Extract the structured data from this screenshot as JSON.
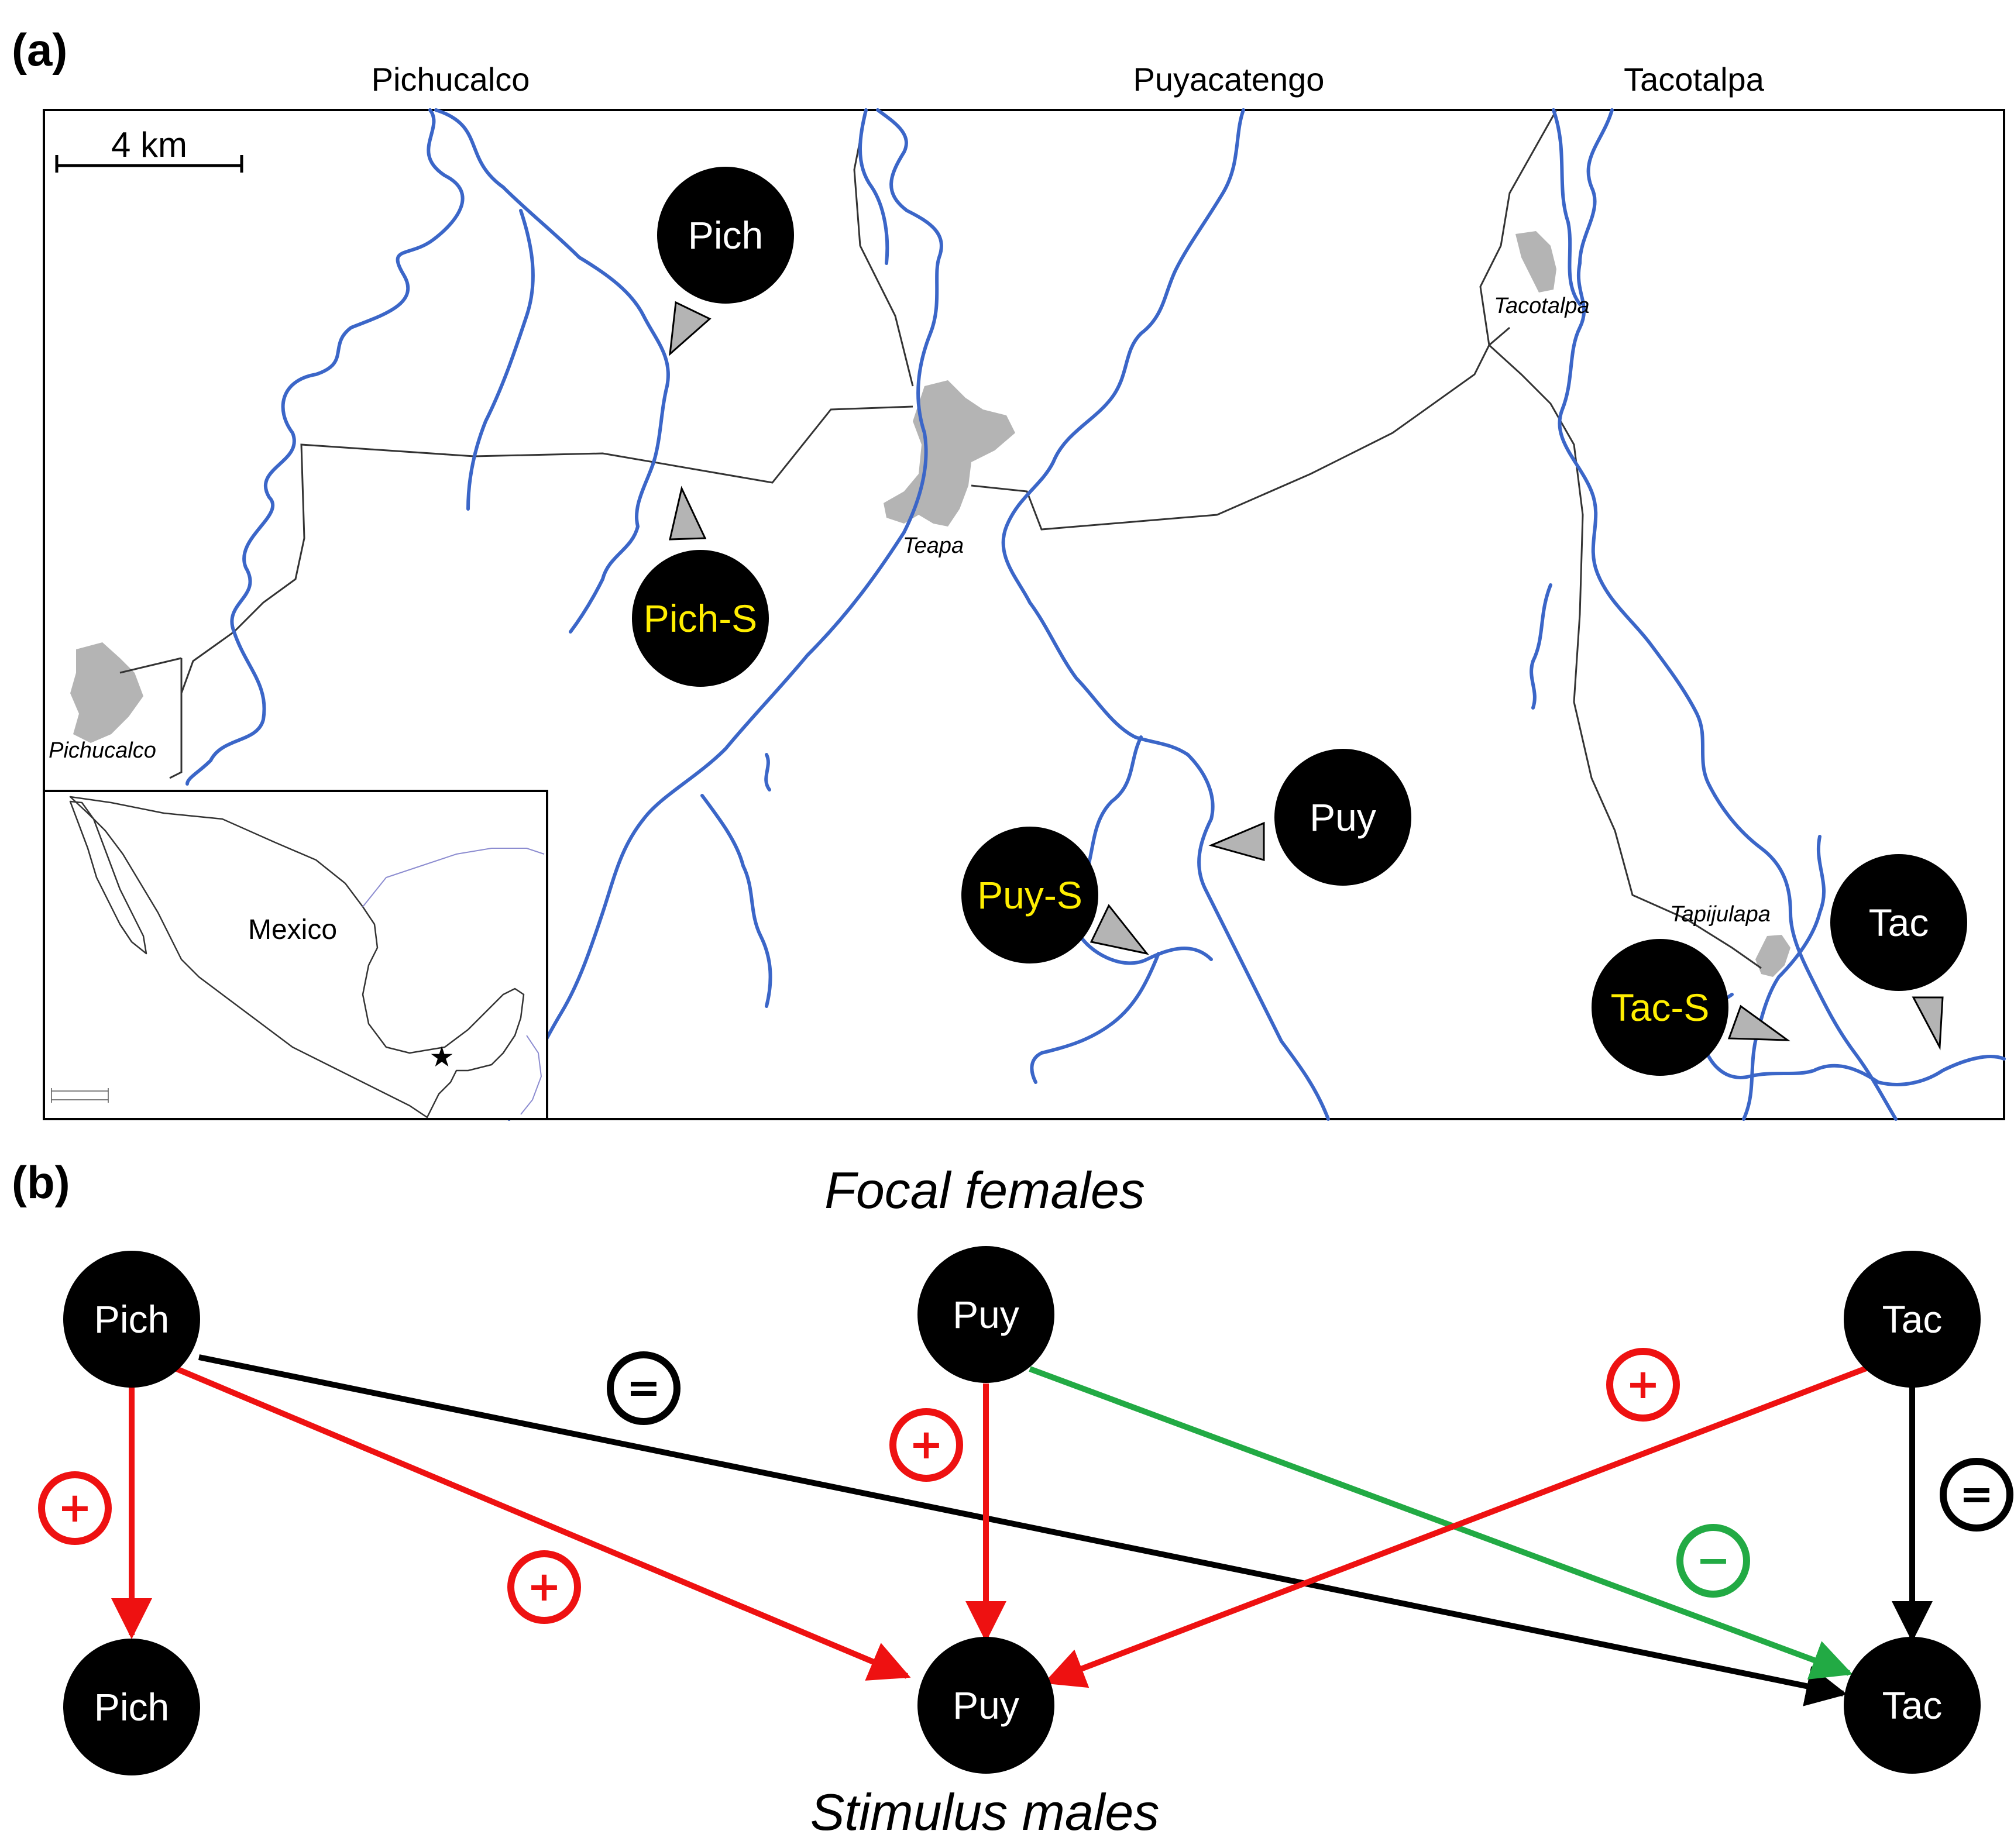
{
  "panel_a": {
    "label": "(a)",
    "region_titles": [
      "Pichucalco",
      "Puyacatengo",
      "Tacotalpa"
    ],
    "scale_bar": "4 km",
    "towns": [
      "Pichucalco",
      "Teapa",
      "Tacotalpa",
      "Tapijulapa"
    ],
    "sites": {
      "pich": "Pich",
      "pich_s": "Pich-S",
      "puy": "Puy",
      "puy_s": "Puy-S",
      "tac": "Tac",
      "tac_s": "Tac-S"
    },
    "inset": {
      "country": "Mexico"
    },
    "colors": {
      "river": "#3b66c8",
      "sulfide_label": "#ffee00",
      "urban": "#b4b4b4"
    }
  },
  "panel_b": {
    "label": "(b)",
    "top_title": "Focal females",
    "bottom_title": "Stimulus males",
    "females": [
      "Pich",
      "Puy",
      "Tac"
    ],
    "males": [
      "Pich",
      "Puy",
      "Tac"
    ],
    "edges": [
      {
        "from": "Pich",
        "to": "Pich",
        "sign": "+",
        "color": "#ee1111"
      },
      {
        "from": "Pich",
        "to": "Puy",
        "sign": "+",
        "color": "#ee1111"
      },
      {
        "from": "Pich",
        "to": "Tac",
        "sign": "=",
        "color": "#000000"
      },
      {
        "from": "Puy",
        "to": "Puy",
        "sign": "+",
        "color": "#ee1111"
      },
      {
        "from": "Puy",
        "to": "Tac",
        "sign": "−",
        "color": "#22aa44"
      },
      {
        "from": "Tac",
        "to": "Puy",
        "sign": "+",
        "color": "#ee1111"
      },
      {
        "from": "Tac",
        "to": "Tac",
        "sign": "=",
        "color": "#000000"
      }
    ]
  }
}
